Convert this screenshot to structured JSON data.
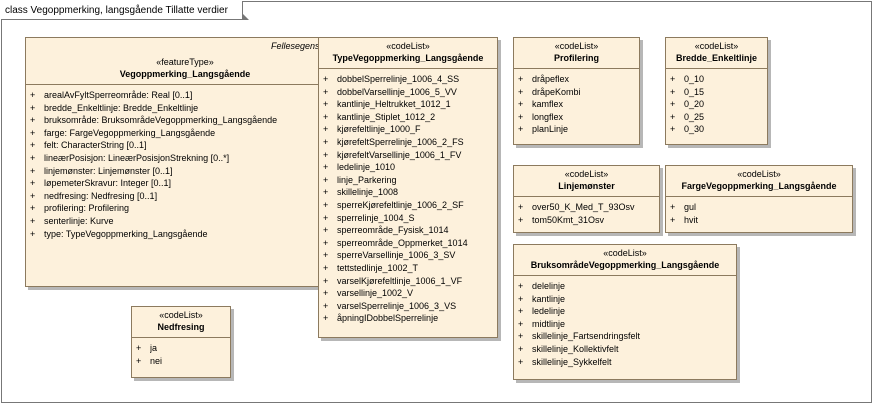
{
  "diagram_title": "class Vegoppmerking, langsgående Tillatte verdier",
  "main_class": {
    "package_label": "Fellesegenskaper",
    "stereotype": "«featureType»",
    "name": "Vegoppmerking_Langsgående",
    "attributes": [
      "arealAvFyltSperreområde: Real [0..1]",
      "bredde_Enkeltlinje: Bredde_Enkeltlinje",
      "bruksområde: BruksområdeVegoppmerking_Langsgående",
      "farge: FargeVegoppmerking_Langsgående",
      "felt: CharacterString [0..1]",
      "lineærPosisjon: LineærPosisjonStrekning [0..*]",
      "linjemønster: Linjemønster [0..1]",
      "løpemeterSkravur: Integer [0..1]",
      "nedfresing: Nedfresing [0..1]",
      "profilering: Profilering",
      "senterlinje: Kurve",
      "type: TypeVegoppmerking_Langsgående"
    ]
  },
  "type_list": {
    "stereotype": "«codeList»",
    "name": "TypeVegoppmerking_Langsgående",
    "values": [
      "dobbelSperrelinje_1006_4_SS",
      "dobbelVarsellinje_1006_5_VV",
      "kantlinje_Heltrukket_1012_1",
      "kantlinje_Stiplet_1012_2",
      "kjørefeltlinje_1000_F",
      "kjørefeltSperrelinje_1006_2_FS",
      "kjørefeltVarsellinje_1006_1_FV",
      "ledelinje_1010",
      "linje_Parkering",
      "skillelinje_1008",
      "sperreKjørefeltlinje_1006_2_SF",
      "sperrelinje_1004_S",
      "sperreområde_Fysisk_1014",
      "sperreområde_Oppmerket_1014",
      "sperreVarsellinje_1006_3_SV",
      "tettstedlinje_1002_T",
      "varselKjørefeltlinje_1006_1_VF",
      "varsellinje_1002_V",
      "varselSperrelinje_1006_3_VS",
      "åpningIDobbelSperrelinje"
    ]
  },
  "profilering": {
    "stereotype": "«codeList»",
    "name": "Profilering",
    "values": [
      "dråpeflex",
      "dråpeKombi",
      "kamflex",
      "longflex",
      "planLinje"
    ]
  },
  "bredde": {
    "stereotype": "«codeList»",
    "name": "Bredde_Enkeltlinje",
    "values": [
      "0_10",
      "0_15",
      "0_20",
      "0_25",
      "0_30"
    ]
  },
  "linjemonster": {
    "stereotype": "«codeList»",
    "name": "Linjemønster",
    "values": [
      "over50_K_Med_T_93Osv",
      "tom50Kmt_31Osv"
    ]
  },
  "farge": {
    "stereotype": "«codeList»",
    "name": "FargeVegoppmerking_Langsgående",
    "values": [
      "gul",
      "hvit"
    ]
  },
  "bruksomrade": {
    "stereotype": "«codeList»",
    "name": "BruksområdeVegoppmerking_Langsgående",
    "values": [
      "delelinje",
      "kantlinje",
      "ledelinje",
      "midtlinje",
      "skillelinje_Fartsendringsfelt",
      "skillelinje_Kollektivfelt",
      "skillelinje_Sykkelfelt"
    ]
  },
  "nedfresing": {
    "stereotype": "«codeList»",
    "name": "Nedfresing",
    "values": [
      "ja",
      "nei"
    ]
  },
  "visibility_symbol": "+"
}
